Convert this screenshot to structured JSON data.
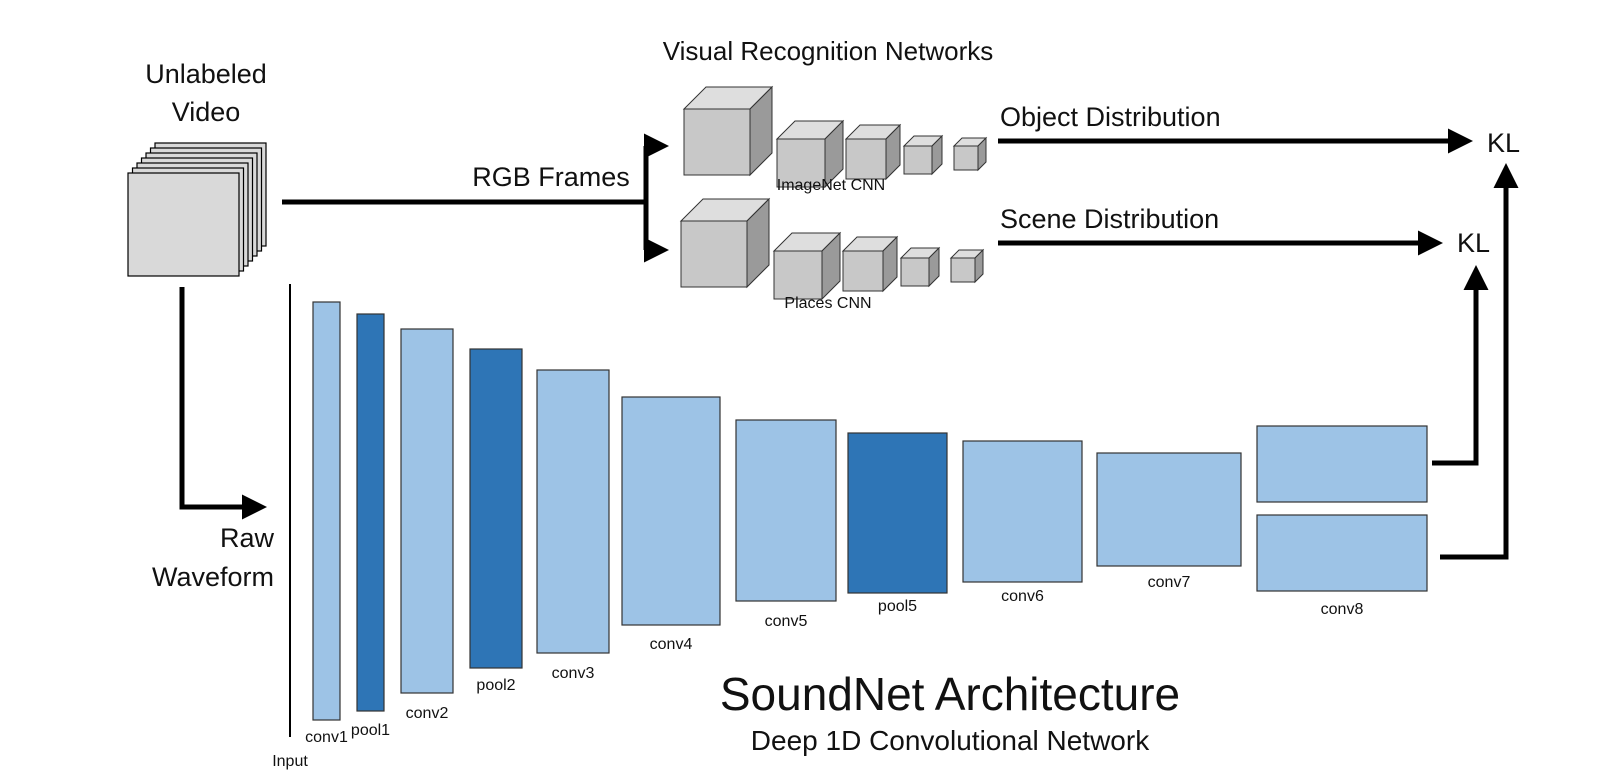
{
  "labels": {
    "unlabeled_video": [
      "Unlabeled",
      "Video"
    ],
    "rgb_frames": "RGB Frames",
    "visual_networks": "Visual Recognition Networks",
    "imagenet_cnn": "ImageNet CNN",
    "places_cnn": "Places CNN",
    "object_distribution": "Object Distribution",
    "scene_distribution": "Scene Distribution",
    "kl_top": "KL",
    "kl_bottom": "KL",
    "raw_waveform": [
      "Raw",
      "Waveform"
    ],
    "input": "Input"
  },
  "layers": [
    {
      "name": "conv1",
      "kind": "conv"
    },
    {
      "name": "pool1",
      "kind": "pool"
    },
    {
      "name": "conv2",
      "kind": "conv"
    },
    {
      "name": "pool2",
      "kind": "pool"
    },
    {
      "name": "conv3",
      "kind": "conv"
    },
    {
      "name": "conv4",
      "kind": "conv"
    },
    {
      "name": "conv5",
      "kind": "conv"
    },
    {
      "name": "pool5",
      "kind": "pool"
    },
    {
      "name": "conv6",
      "kind": "conv"
    },
    {
      "name": "conv7",
      "kind": "conv"
    },
    {
      "name": "conv8",
      "kind": "conv"
    }
  ],
  "title": "SoundNet Architecture",
  "subtitle": "Deep 1D Convolutional Network",
  "colors": {
    "conv": "#9dc3e6",
    "pool": "#2e75b6",
    "cube_front": "#c8c8c8",
    "cube_top": "#dedede",
    "cube_side": "#9a9a9a",
    "frame": "#d9d9d9",
    "line": "#000000"
  }
}
